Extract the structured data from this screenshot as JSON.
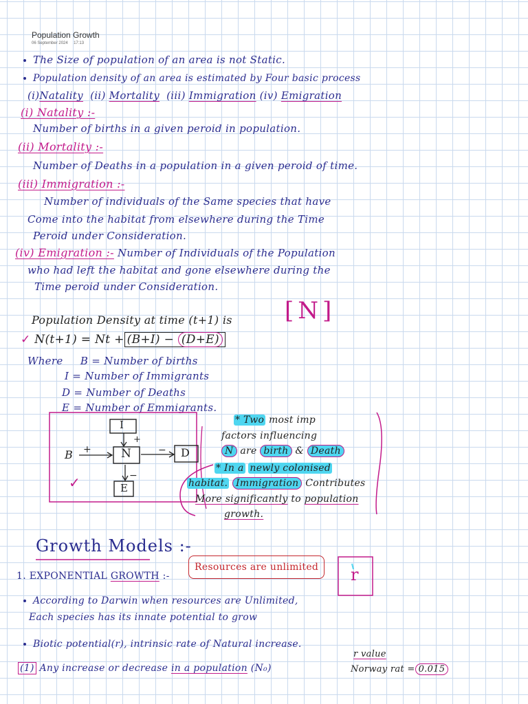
{
  "header": {
    "title": "Population Growth",
    "date": "06 September 2024",
    "time": "17:13"
  },
  "lines": {
    "l1": "The Size of population of an area is not Static.",
    "l2": "Population density of an area is estimated by Four basic process",
    "l3_a": "(i)",
    "l3_b": "Natality",
    "l3_c": "(ii)",
    "l3_d": "Mortality",
    "l3_e": "(iii)",
    "l3_f": "Immigration",
    "l3_g": "(iv)",
    "l3_h": "Emigration",
    "nat_head": "(i) Natality :-",
    "nat_def": "Number of births in a given peroid in population.",
    "mort_head": "(ii) Mortality :-",
    "mort_def": "Number of Deaths in a population in a given peroid of time.",
    "imm_head": "(iii) Immigration :-",
    "imm_def1": "Number of individuals of the Same species that have",
    "imm_def2": "Come into the habitat from elsewhere during the Time",
    "imm_def3": "Peroid under Consideration.",
    "emi_head": "(iv) Emigration :-",
    "emi_def1": "Number of Individuals of the Population",
    "emi_def2": "who had left the habitat and gone elsewhere during the",
    "emi_def3": "Time peroid under Consideration."
  },
  "formula": {
    "intro": "Population Density at time (t+1) is",
    "lhs": "N(t+1) =",
    "nt": "Nt +",
    "bi": "(B+I)",
    "minus": "−",
    "de": "(D+E)",
    "nbox": "[N]",
    "where": "Where",
    "b": "B = Number of births",
    "i": "I = Number of Immigrants",
    "d": "D = Number of Deaths",
    "e": "E = Number of Emmigrants."
  },
  "diagram": {
    "i": "I",
    "n": "N",
    "d": "D",
    "e": "E",
    "b": "B",
    "plus": "+",
    "minus": "−",
    "tick": "✓"
  },
  "notes": {
    "n1_a": "* Two",
    "n1_b": "most imp",
    "n2": "factors influencing",
    "n3_a": "N",
    "n3_b": "are",
    "n3_c": "birth",
    "n3_d": "&",
    "n3_e": "Death",
    "n4_a": "* In a",
    "n4_b": "newly colonised",
    "n5_a": "habitat.",
    "n5_b": "Immigration",
    "n5_c": "Contributes",
    "n6_a": "More significantly",
    "n6_b": "to",
    "n6_c": "population",
    "n7": "growth."
  },
  "growth": {
    "heading": "Growth Models :-",
    "exp_a": "1. EXPONENTIAL",
    "exp_b": "GROWTH",
    "exp_c": ":-",
    "resources": "Resources are unlimited",
    "rbox": "r",
    "b1_1": "According to Darwin when resources are Unlimited,",
    "b1_2": "Each species has its innate potential to grow",
    "b2": "Biotic potential(r), intrinsic rate of Natural increase.",
    "rvalue": "r value",
    "b3_a": "(1)",
    "b3_b": "Any increase or decrease",
    "b3_c": "in a population",
    "b3_d": "(N₀)",
    "rrat": "Norway rat =",
    "rnum": "0.015"
  },
  "colors": {
    "ink": "#2b2d8f",
    "pink": "#c21a8a",
    "highlight": "#4fd6f0",
    "red": "#c4262d",
    "grid": "#c9d9ee"
  }
}
